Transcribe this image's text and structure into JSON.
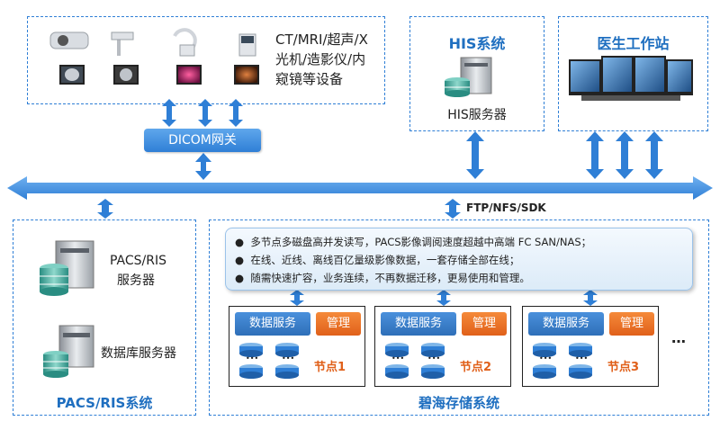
{
  "devices": {
    "description_lines": [
      "CT/MRI/超声/X",
      "光机/造影仪/内",
      "窥镜等设备"
    ]
  },
  "dicom_gateway": {
    "label": "DICOM网关"
  },
  "his": {
    "title": "HIS系统",
    "server_label": "HIS服务器"
  },
  "workstation": {
    "title": "医生工作站"
  },
  "bus": {
    "protocol_label": "FTP/NFS/SDK"
  },
  "pacs": {
    "title": "PACS/RIS系统",
    "server_label_lines": [
      "PACS/RIS",
      "服务器"
    ],
    "db_server_label": "数据库服务器"
  },
  "storage": {
    "title": "碧海存储系统",
    "features": [
      "多节点多磁盘高并发读写，PACS影像调阅速度超越中高端 FC SAN/NAS；",
      "在线、近线、离线百亿量级影像数据，一套存储全部在线；",
      "随需快速扩容，业务连续，不再数据迁移，更易使用和管理。"
    ],
    "nodes": [
      {
        "service_label": "数据服务",
        "mgmt_label": "管理",
        "name": "节点1"
      },
      {
        "service_label": "数据服务",
        "mgmt_label": "管理",
        "name": "节点2"
      },
      {
        "service_label": "数据服务",
        "mgmt_label": "管理",
        "name": "节点3"
      }
    ],
    "more_label": "…",
    "disk_dots": "•••"
  },
  "colors": {
    "accent": "#2f7fd6",
    "title_blue": "#1f6fc0",
    "orange": "#e0601a"
  }
}
